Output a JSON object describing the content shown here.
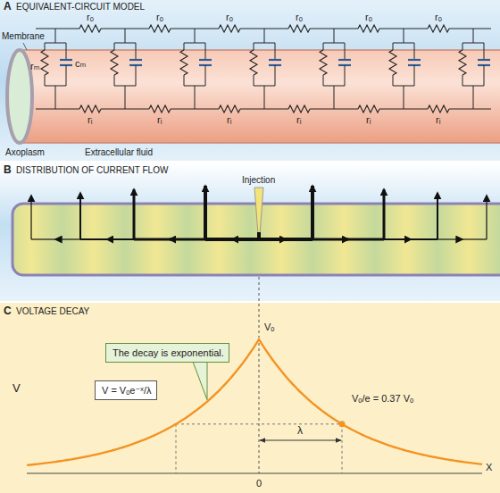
{
  "diagram": {
    "nodes": [
      {
        "text": [
          "The decay is exponential."
        ]
      },
      {
        "text": [
          "V = Vₒe⁻ˣ/λ"
        ]
      }
    ],
    "labels": [
      "A",
      "EQUIVALENT-CIRCUIT MODEL",
      "rₒ",
      "rₒ",
      "rₒ",
      "rₒ",
      "rₒ",
      "rₒ",
      "Membrane",
      "rₘ",
      "cₘ",
      "Axoplasm",
      "rᵢ",
      "rᵢ",
      "rᵢ",
      "rᵢ",
      "rᵢ",
      "rᵢ",
      "Extracellular fluid",
      "B",
      "DISTRIBUTION OF CURRENT FLOW",
      "Injection",
      "C",
      "VOLTAGE DECAY",
      "Vₒ",
      "Vₒ/e = 0.37 Vₒ",
      "λ",
      "V",
      "0",
      "X"
    ]
  }
}
